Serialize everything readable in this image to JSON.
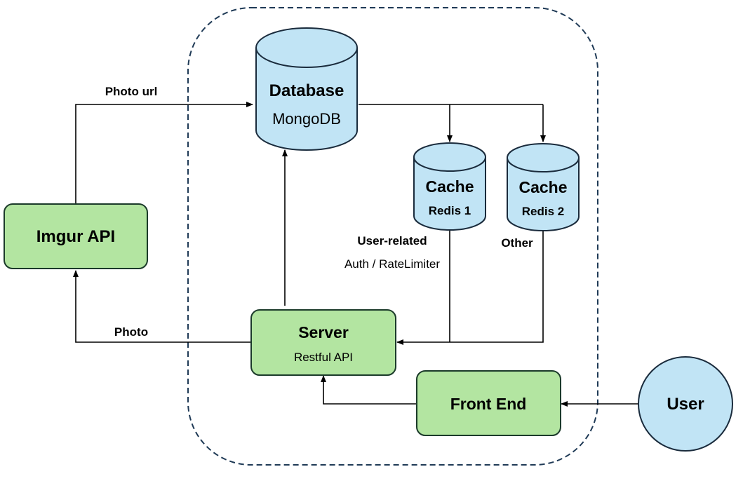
{
  "colors": {
    "green_fill": "#b3e5a1",
    "blue_fill": "#c1e4f5",
    "stroke": "#1b3a2a",
    "blue_stroke": "#1a2b3c",
    "boundary": "#1f3a56",
    "edge": "#000000"
  },
  "nodes": {
    "database": {
      "title": "Database",
      "subtitle": "MongoDB"
    },
    "cache1": {
      "title": "Cache",
      "subtitle": "Redis 1"
    },
    "cache2": {
      "title": "Cache",
      "subtitle": "Redis 2"
    },
    "imgur": {
      "title": "Imgur API"
    },
    "server": {
      "title": "Server",
      "subtitle": "Restful API"
    },
    "frontend": {
      "title": "Front End"
    },
    "user": {
      "title": "User"
    }
  },
  "edge_labels": {
    "photo_url": "Photo url",
    "photo": "Photo",
    "user_related": "User-related",
    "auth_ratelimiter": "Auth / RateLimiter",
    "other": "Other"
  }
}
